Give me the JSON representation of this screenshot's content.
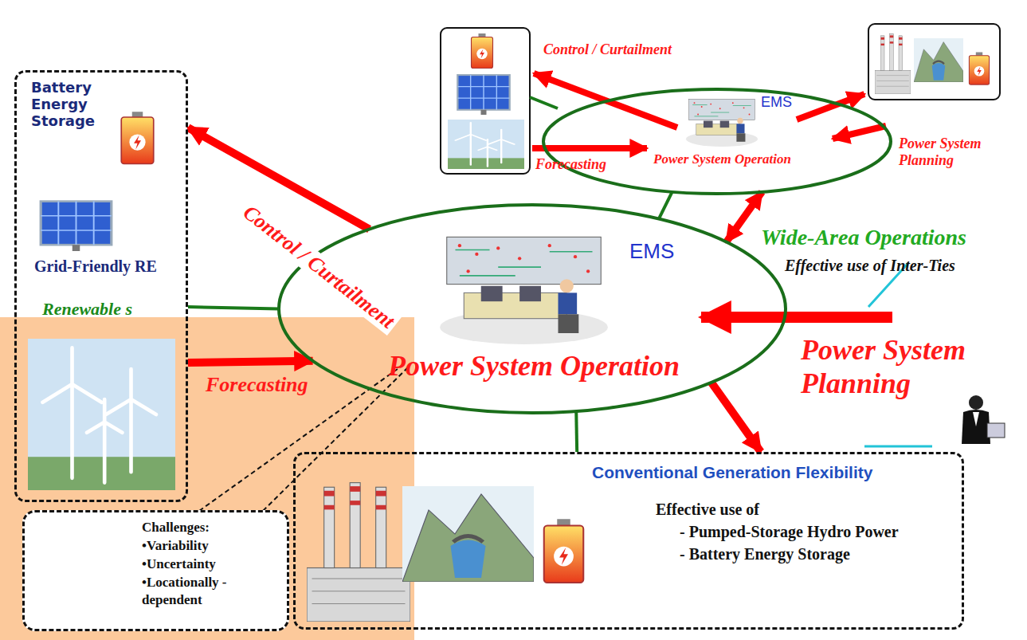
{
  "diagram": {
    "nodes": [
      {
        "text": [
          "Battery Energy Storage",
          "Grid-Friendly RE",
          "Renewable s"
        ]
      },
      {
        "text": [
          "EMS",
          "Power System Operation"
        ]
      },
      {
        "text": [
          "Conventional Generation Flexibility",
          "Effective use of",
          "- Pumped-Storage Hydro Power",
          "- Battery Energy Storage"
        ]
      },
      {
        "text": [
          "Challenges:",
          "•Variability",
          "•Uncertainty",
          "•Locationally -dependent"
        ]
      },
      {
        "text": [
          "EMS",
          "Power System Operation"
        ]
      }
    ],
    "edges": [
      {
        "from": 1,
        "to": 0,
        "arrow": "to",
        "label": "Control / Curtailment"
      },
      {
        "from": 0,
        "to": 1,
        "arrow": "to",
        "label": "Forecasting"
      },
      {
        "from": 1,
        "to": 2,
        "arrow": "to"
      },
      {
        "from": 4,
        "to": 1,
        "arrow": "both"
      },
      {
        "from": 0,
        "to": 1,
        "arrow": "none"
      },
      {
        "from": 1,
        "to": 2,
        "arrow": "none"
      },
      {
        "from": 1,
        "to": 4,
        "arrow": "none"
      }
    ],
    "labels": [
      "Control / Curtailment",
      "Forecasting",
      "Power System Planning",
      "Wide-Area Operations",
      "Effective use of Inter-Ties",
      "Power System Planning"
    ]
  }
}
